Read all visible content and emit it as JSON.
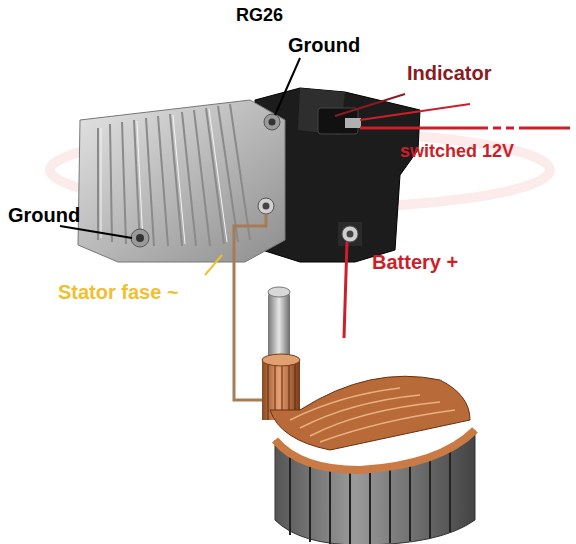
{
  "diagram": {
    "title": "RG26",
    "labels": [
      "Ground",
      "Indicator",
      "switched 12V",
      "Ground",
      "Battery +",
      "Stator fase ~"
    ]
  }
}
